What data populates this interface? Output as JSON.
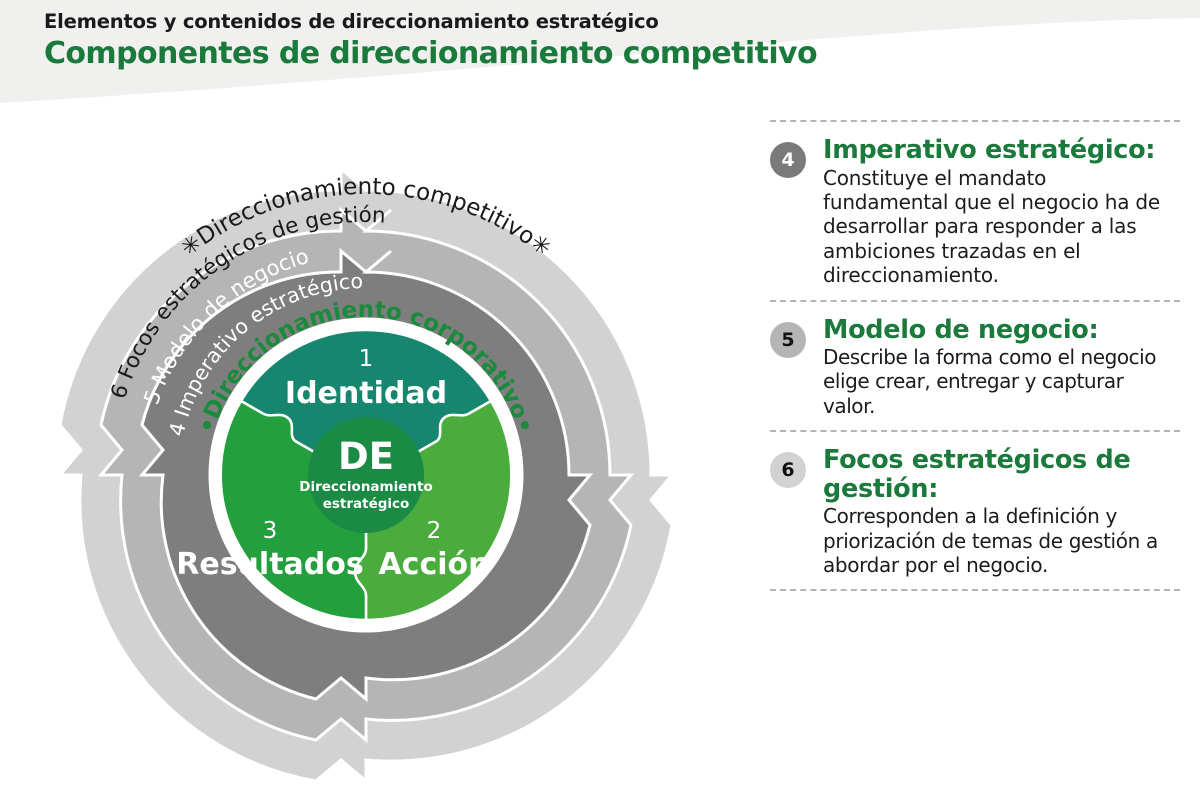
{
  "header": {
    "subtitle": "Elementos y contenidos de direccionamiento estratégico",
    "title": "Componentes de direccionamiento competitivo",
    "band_color": "#f0f0ef",
    "title_color": "#1a7a3c"
  },
  "diagram": {
    "outer_label": "✳Direccionamiento competitivo✳",
    "inner_label": "•Direccionamiento corporativo•",
    "inner_label_color": "#1a8a3c",
    "rings": [
      {
        "id": "ring-6",
        "label": "6 Focos estratégicos de gestión",
        "color": "#d2d2d2",
        "text_color": "#1a1a1a"
      },
      {
        "id": "ring-5",
        "label": "5 Modelo de negocio",
        "color": "#b5b5b5",
        "text_color": "#ffffff"
      },
      {
        "id": "ring-4",
        "label": "4 Imperativo estratégico",
        "color": "#7e7e7e",
        "text_color": "#ffffff"
      }
    ],
    "segments": [
      {
        "id": "segment-identidad",
        "number": "1",
        "label": "Identidad",
        "color": "#17866f"
      },
      {
        "id": "segment-accion",
        "number": "2",
        "label": "Acción",
        "color": "#4aac3d"
      },
      {
        "id": "segment-resultados",
        "number": "3",
        "label": "Resultados",
        "color": "#23a03d"
      }
    ],
    "core": {
      "abbr": "DE",
      "line1": "Direccionamiento",
      "line2": "estratégico",
      "color": "#1a8a45"
    }
  },
  "panel": {
    "items": [
      {
        "number": "4",
        "title": "Imperativo estratégico:",
        "description": "Constituye el mandato fundamental que el negocio ha de desarrollar para responder a las ambiciones trazadas en el direccionamiento."
      },
      {
        "number": "5",
        "title": "Modelo de negocio:",
        "description": "Describe la forma como el negocio elige crear, entregar y capturar valor."
      },
      {
        "number": "6",
        "title": "Focos estratégicos de gestión:",
        "description": "Corresponden a la definición y priorización de temas de gestión a abordar por el negocio."
      }
    ]
  }
}
